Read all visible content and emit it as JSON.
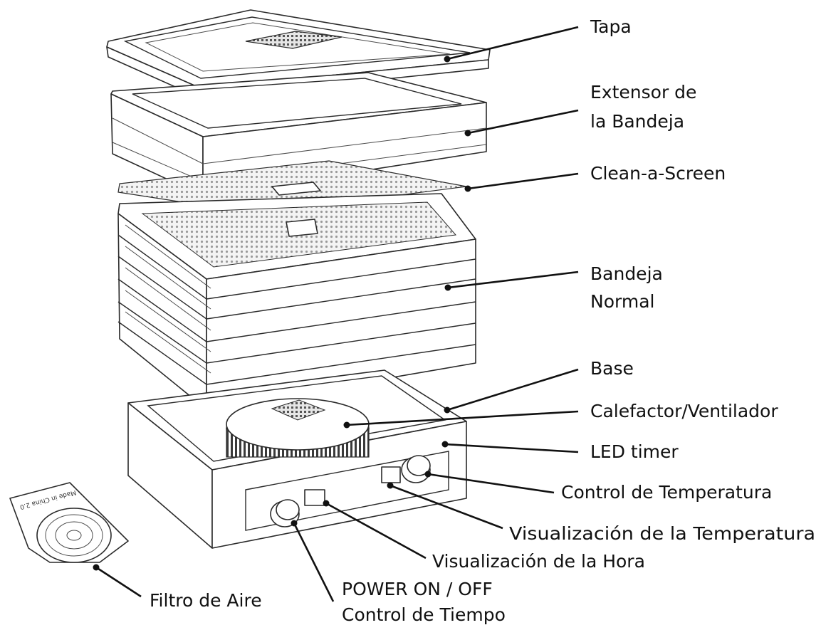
{
  "labels": {
    "tapa": "Tapa",
    "extensor_1": "Extensor de",
    "extensor_2": "la Bandeja",
    "clean_a_screen": "Clean-a-Screen",
    "bandeja_1": "Bandeja",
    "bandeja_2": "Normal",
    "base": "Base",
    "calefactor": "Calefactor/Ventilador",
    "led_timer": "LED timer",
    "control_temperatura": "Control de Temperatura",
    "visualizacion_temperatura": "Visualización de la Temperatura",
    "visualizacion_hora": "Visualización de la Hora",
    "power_1": "POWER ON / OFF",
    "power_2": "Control de Tiempo",
    "filtro": "Filtro de Aire"
  },
  "filter_print": "Made in China 2.0",
  "colors": {
    "line": "#111111",
    "drawing": "#2a2a2a",
    "mesh": "#bdbdbd",
    "background": "#ffffff"
  }
}
